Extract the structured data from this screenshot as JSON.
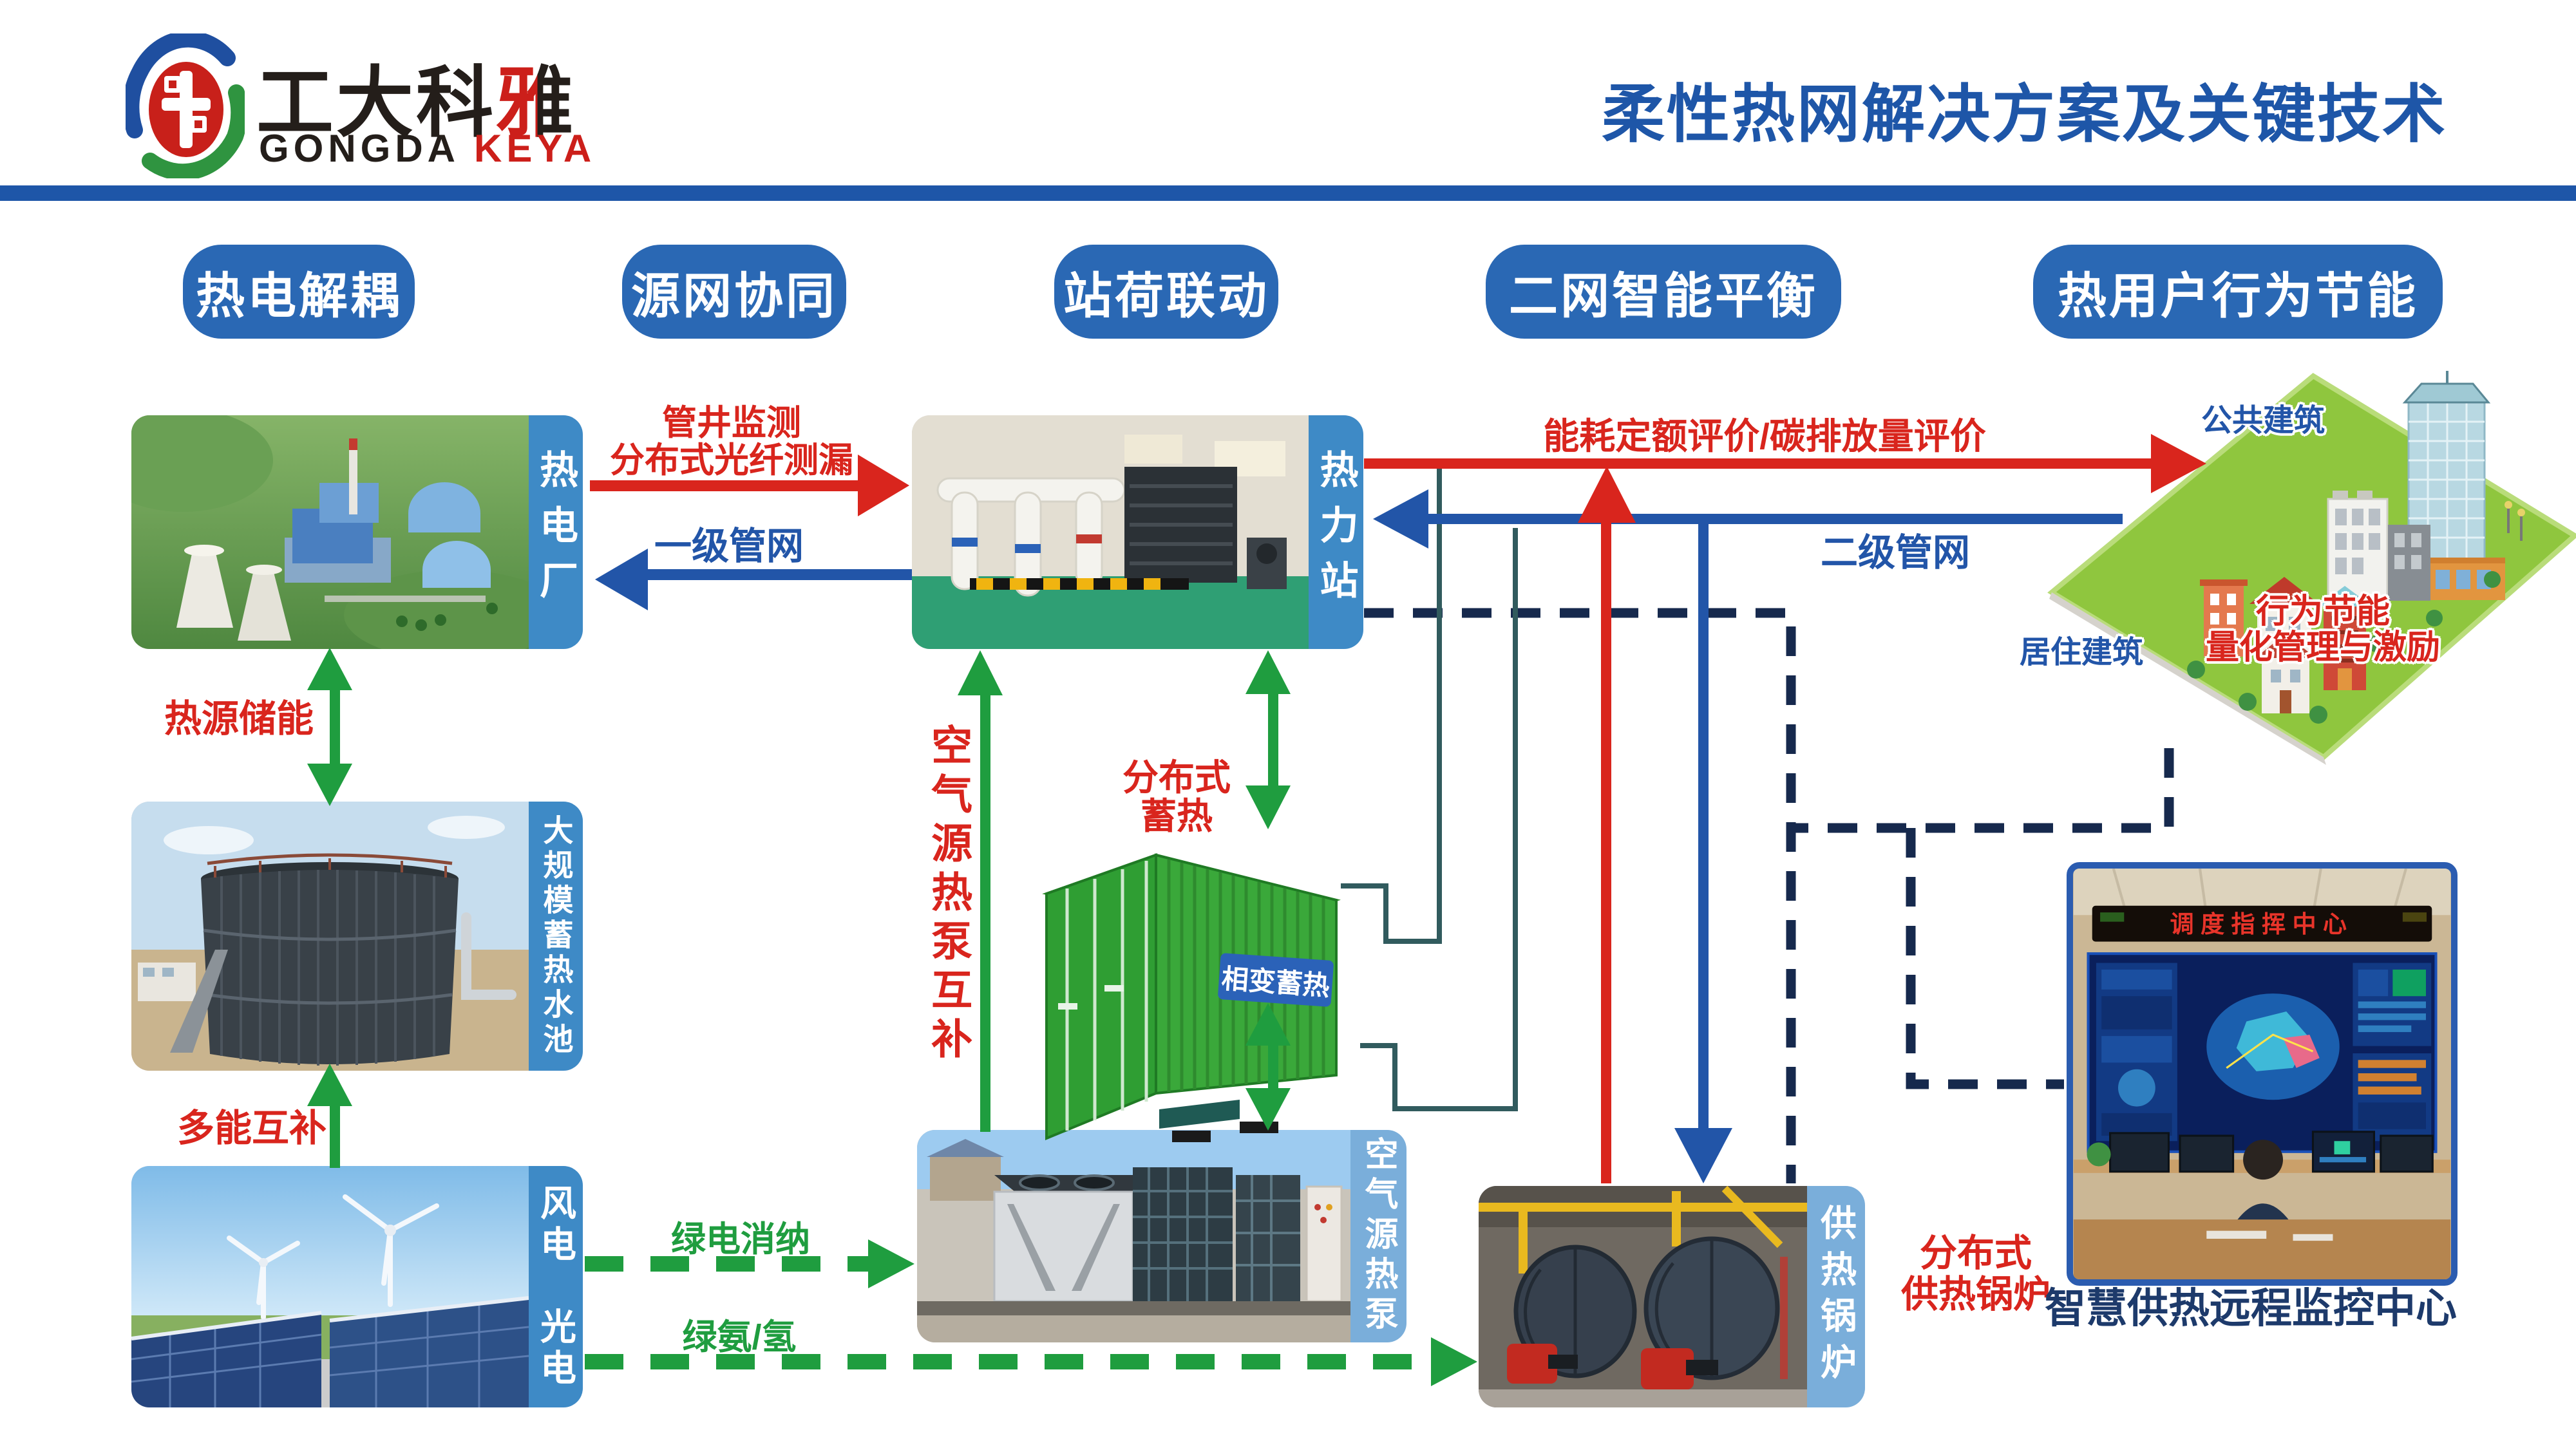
{
  "header": {
    "logo": {
      "name_cn": "工大科雅",
      "name_en_black": "GONGDA",
      "name_en_red": "KEYA"
    },
    "title": "柔性热网解决方案及关键技术"
  },
  "pills": [
    "热电解耦",
    "源网协同",
    "站荷联动",
    "二网智能平衡",
    "热用户行为节能"
  ],
  "nodes": {
    "power_plant": "热电厂",
    "heat_station": "热力站",
    "storage_tank": "大规模蓄热水池",
    "wind_solar": "风电　光电",
    "air_source_heat_pump": "空气源热泵",
    "heating_boiler": "供热锅炉",
    "pcm_container": "相变蓄热",
    "control_center_screen": "调度指挥中心"
  },
  "labels": {
    "pipe_monitoring_line1": "管井监测",
    "pipe_monitoring_line2": "分布式光纤测漏",
    "primary_network": "一级管网",
    "energy_carbon_eval": "能耗定额评价/碳排放量评价",
    "secondary_network": "二级管网",
    "heat_source_storage": "热源储能",
    "multi_energy": "多能互补",
    "green_power_absorption": "绿电消纳",
    "green_ammonia_hydrogen": "绿氨/氢",
    "ashp_complement": "空气源热泵互补",
    "distributed_storage_line1": "分布式",
    "distributed_storage_line2": "蓄热",
    "distributed_boiler_line1": "分布式",
    "distributed_boiler_line2": "供热锅炉",
    "public_buildings": "公共建筑",
    "residential_buildings": "居住建筑",
    "behavior_saving_line1": "行为节能",
    "behavior_saving_line2": "量化管理与激励",
    "control_center_caption": "智慧供热远程监控中心"
  },
  "colors": {
    "brand_blue": "#1e56a8",
    "pill_blue": "#2a68b4",
    "tab_blue": "#3e8ac6",
    "tab_blue_light": "#7aaeda",
    "accent_red": "#d9251d",
    "arrow_blue": "#2255a8",
    "green": "#1f9d3f",
    "teal_line": "#315b5e",
    "navy_dash": "#16294d"
  }
}
